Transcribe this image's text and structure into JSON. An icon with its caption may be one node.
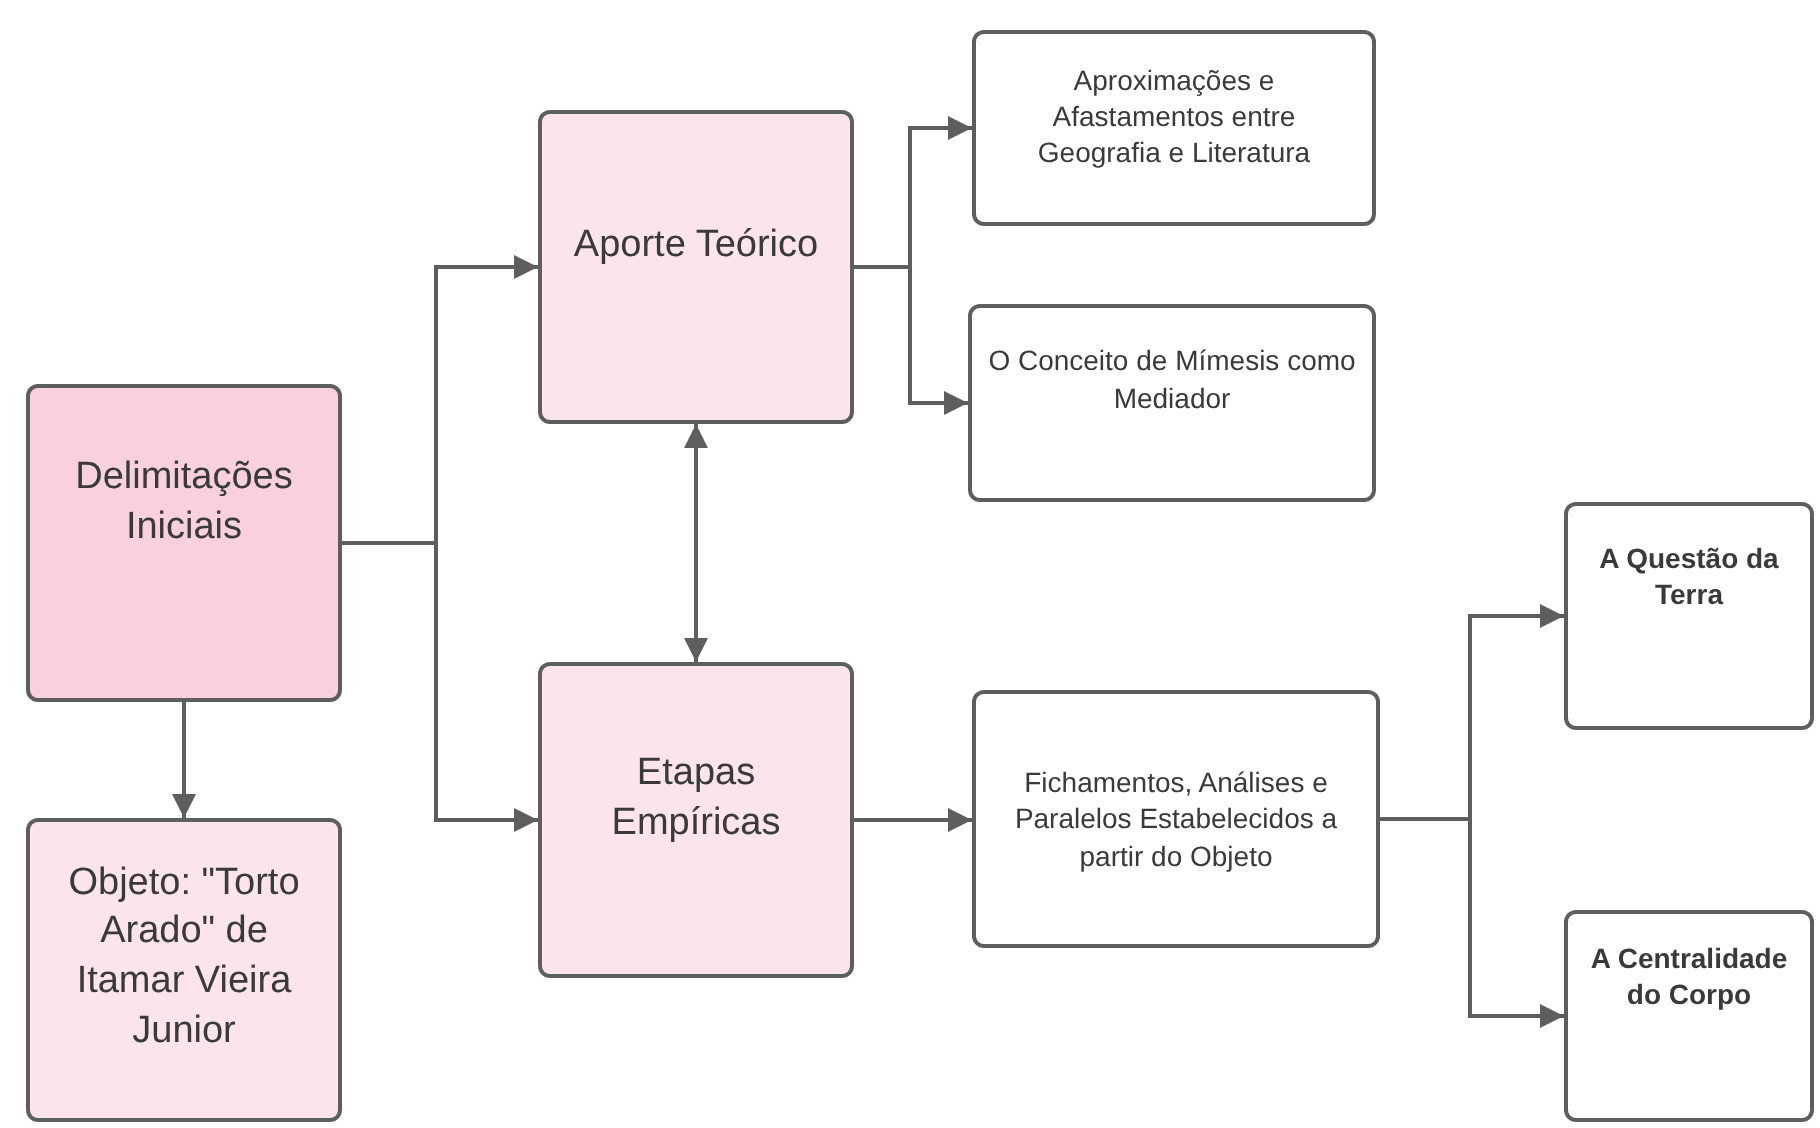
{
  "diagram": {
    "nodes": [
      {
        "text": [
          "Delimitações Iniciais"
        ]
      },
      {
        "text": [
          "Objeto: \"Torto Arado\" de Itamar Vieira Junior"
        ]
      },
      {
        "text": [
          "Aporte Teórico"
        ]
      },
      {
        "text": [
          "Etapas Empíricas"
        ]
      },
      {
        "text": [
          "Aproximações e Afastamentos entre Geografia e Literatura"
        ]
      },
      {
        "text": [
          "O Conceito de Mímesis como Mediador"
        ]
      },
      {
        "text": [
          "Fichamentos, Análises e Paralelos Estabelecidos a partir do Objeto"
        ]
      },
      {
        "text": [
          "A Questão da Terra"
        ]
      },
      {
        "text": [
          "A Centralidade do Corpo"
        ]
      }
    ],
    "edges": [
      {
        "from": 0,
        "to": 2,
        "arrow": "to"
      },
      {
        "from": 0,
        "to": 3,
        "arrow": "to"
      },
      {
        "from": 0,
        "to": 1,
        "arrow": "to"
      },
      {
        "from": 2,
        "to": 3,
        "arrow": "both"
      },
      {
        "from": 2,
        "to": 4,
        "arrow": "to"
      },
      {
        "from": 2,
        "to": 5,
        "arrow": "to"
      },
      {
        "from": 3,
        "to": 6,
        "arrow": "to"
      },
      {
        "from": 6,
        "to": 7,
        "arrow": "to"
      },
      {
        "from": 6,
        "to": 8,
        "arrow": "to"
      }
    ]
  }
}
